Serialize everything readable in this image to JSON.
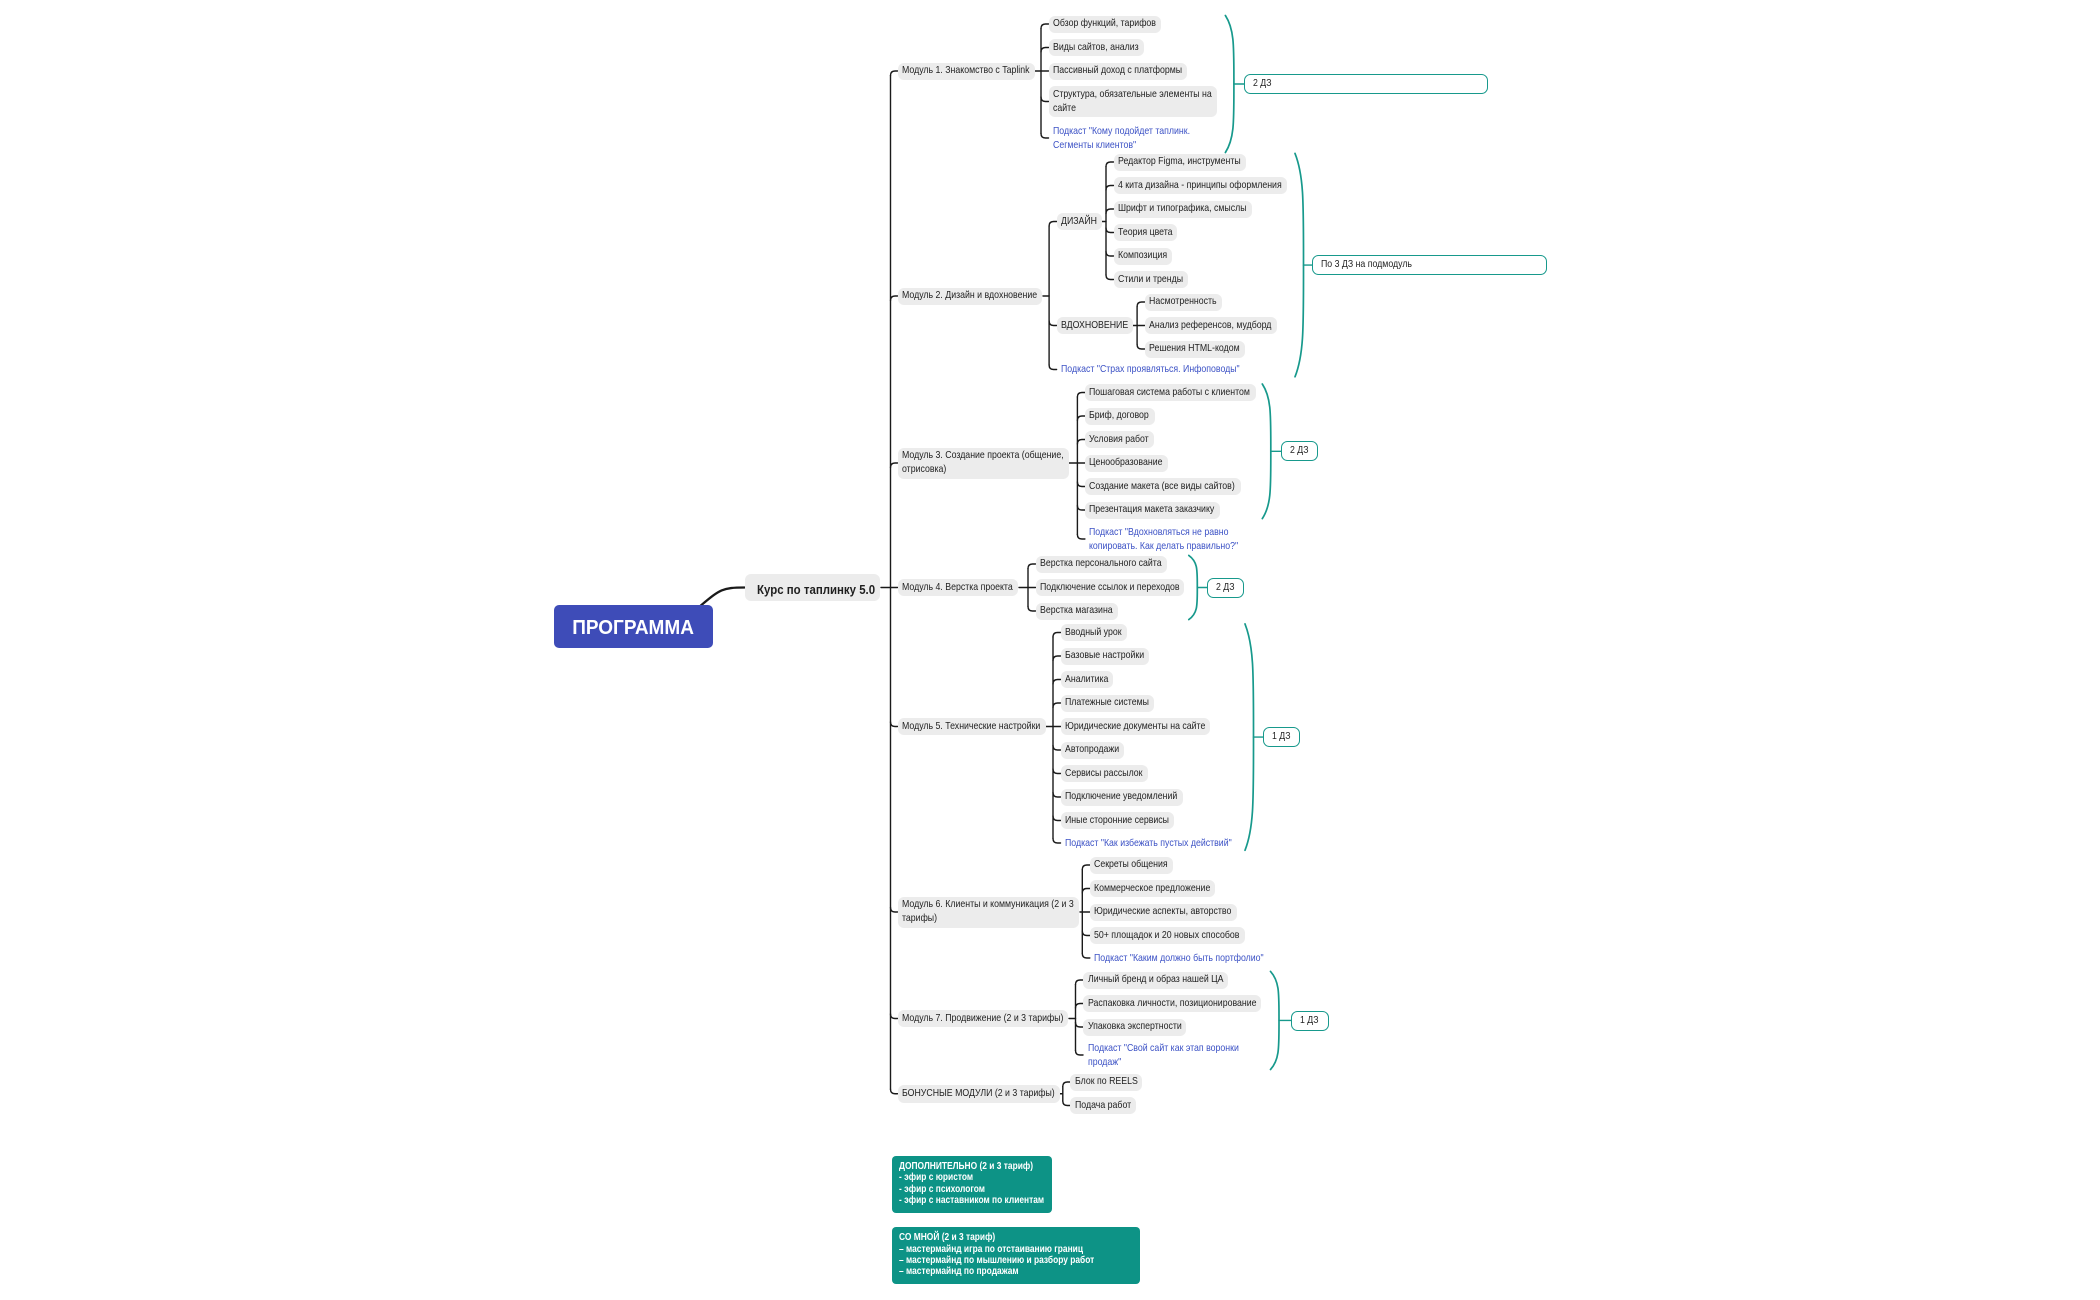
{
  "palette": {
    "background": "#ffffff",
    "root_fill": "#3e4cb8",
    "root_text": "#ffffff",
    "node_fill": "#ececec",
    "node_text": "#1f1f1f",
    "podcast_text": "#3b51c5",
    "connector": "#1a1a1a",
    "summary_teal": "#17998c",
    "floating_fill": "#0d9386",
    "floating_text": "#ffffff"
  },
  "root": {
    "id": "programma",
    "label": "ПРОГРАММА"
  },
  "course": {
    "id": "course",
    "label": "Курс по таплинку 5.0"
  },
  "modules": [
    {
      "id": "m1",
      "label": "Модуль 1. Знакомство с Taplink",
      "children": [
        {
          "id": "m1c1",
          "label": "Обзор функций, тарифов"
        },
        {
          "id": "m1c2",
          "label": "Виды сайтов, анализ"
        },
        {
          "id": "m1c3",
          "label": "Пассивный доход с платформы"
        },
        {
          "id": "m1c4",
          "label": "Структура, обязательные элементы на\nсайте"
        },
        {
          "id": "m1p",
          "kind": "podcast",
          "label": "Подкаст \"Кому подойдет таплинк.\nСегменты клиентов\""
        }
      ],
      "summary": {
        "id": "s1",
        "label": "2 ДЗ"
      }
    },
    {
      "id": "m2",
      "label": "Модуль 2. Дизайн и вдохновение",
      "children": [
        {
          "id": "m2a",
          "label": "ДИЗАЙН",
          "children": [
            {
              "id": "m2a1",
              "label": "Редактор Figma, инструменты"
            },
            {
              "id": "m2a2",
              "label": "4 кита дизайна - принципы оформления"
            },
            {
              "id": "m2a3",
              "label": "Шрифт и типографика, смыслы"
            },
            {
              "id": "m2a4",
              "label": "Теория цвета"
            },
            {
              "id": "m2a5",
              "label": "Композиция"
            },
            {
              "id": "m2a6",
              "label": "Стили и тренды"
            }
          ]
        },
        {
          "id": "m2b",
          "label": "ВДОХНОВЕНИЕ",
          "children": [
            {
              "id": "m2b1",
              "label": "Насмотренность"
            },
            {
              "id": "m2b2",
              "label": "Анализ референсов, мудборд"
            },
            {
              "id": "m2b3",
              "label": "Решения HTML-кодом"
            }
          ]
        },
        {
          "id": "m2p",
          "kind": "podcast",
          "label": "Подкаст \"Страх проявляться. Инфоповоды\""
        }
      ],
      "summary": {
        "id": "s2",
        "label": "По 3 ДЗ на подмодуль"
      }
    },
    {
      "id": "m3",
      "label": "Модуль 3. Создание проекта (общение,\nотрисовка)",
      "children": [
        {
          "id": "m3c1",
          "label": "Пошаговая система работы с клиентом"
        },
        {
          "id": "m3c2",
          "label": "Бриф, договор"
        },
        {
          "id": "m3c3",
          "label": "Условия работ"
        },
        {
          "id": "m3c4",
          "label": "Ценообразование"
        },
        {
          "id": "m3c5",
          "label": "Создание макета (все виды сайтов)"
        },
        {
          "id": "m3c6",
          "label": "Презентация макета заказчику"
        },
        {
          "id": "m3p",
          "kind": "podcast",
          "label": "Подкаст \"Вдохновляться не равно\nкопировать. Как делать правильно?\""
        }
      ],
      "summary": {
        "id": "s3",
        "label": "2 ДЗ"
      }
    },
    {
      "id": "m4",
      "label": "Модуль 4. Верстка проекта",
      "children": [
        {
          "id": "m4c1",
          "label": "Верстка персонального сайта"
        },
        {
          "id": "m4c2",
          "label": "Подключение ссылок и переходов"
        },
        {
          "id": "m4c3",
          "label": "Верстка магазина"
        }
      ],
      "summary": {
        "id": "s4",
        "label": "2 ДЗ"
      }
    },
    {
      "id": "m5",
      "label": "Модуль 5. Технические настройки",
      "children": [
        {
          "id": "m5c1",
          "label": "Вводный урок"
        },
        {
          "id": "m5c2",
          "label": "Базовые настройки"
        },
        {
          "id": "m5c3",
          "label": "Аналитика"
        },
        {
          "id": "m5c4",
          "label": "Платежные системы"
        },
        {
          "id": "m5c5",
          "label": "Юридические документы на сайте"
        },
        {
          "id": "m5c6",
          "label": "Автопродажи"
        },
        {
          "id": "m5c7",
          "label": "Сервисы рассылок"
        },
        {
          "id": "m5c8",
          "label": "Подключение уведомлений"
        },
        {
          "id": "m5c9",
          "label": "Иные сторонние сервисы"
        },
        {
          "id": "m5p",
          "kind": "podcast",
          "label": "Подкаст \"Как избежать пустых действий\""
        }
      ],
      "summary": {
        "id": "s5",
        "label": "1 ДЗ"
      }
    },
    {
      "id": "m6",
      "label": "Модуль 6. Клиенты и коммуникация (2 и 3\nтарифы)",
      "children": [
        {
          "id": "m6c1",
          "label": "Секреты общения"
        },
        {
          "id": "m6c2",
          "label": "Коммерческое предложение"
        },
        {
          "id": "m6c3",
          "label": "Юридические аспекты, авторство"
        },
        {
          "id": "m6c4",
          "label": "50+ площадок и 20 новых способов"
        },
        {
          "id": "m6p",
          "kind": "podcast",
          "label": "Подкаст \"Каким должно быть портфолио\""
        }
      ]
    },
    {
      "id": "m7",
      "label": "Модуль 7. Продвижение (2 и 3 тарифы)",
      "children": [
        {
          "id": "m7c1",
          "label": "Личный бренд и образ нашей ЦА"
        },
        {
          "id": "m7c2",
          "label": "Распаковка личности, позиционирование"
        },
        {
          "id": "m7c3",
          "label": "Упаковка экспертности"
        },
        {
          "id": "m7p",
          "kind": "podcast",
          "label": "Подкаст \"Свой сайт как этап воронки\nпродаж\""
        }
      ],
      "summary": {
        "id": "s7",
        "label": "1 ДЗ"
      }
    },
    {
      "id": "m8",
      "label": "БОНУСНЫЕ МОДУЛИ (2 и 3 тарифы)",
      "children": [
        {
          "id": "m8c1",
          "label": "Блок по REELS"
        },
        {
          "id": "m8c2",
          "label": "Подача работ"
        }
      ]
    }
  ],
  "floating": [
    {
      "id": "f1",
      "title": "ДОПОЛНИТЕЛЬНО (2 и 3 тариф)",
      "items": [
        "- эфир с юристом",
        "- эфир с психологом",
        "- эфир с наставником по клиентам"
      ]
    },
    {
      "id": "f2",
      "title": "СО МНОЙ (2 и 3 тариф)",
      "items": [
        "– мастермайнд игра по отстаиванию границ",
        "– мастермайнд по мышлению и разбору работ",
        "– мастермайнд по продажам"
      ]
    }
  ]
}
